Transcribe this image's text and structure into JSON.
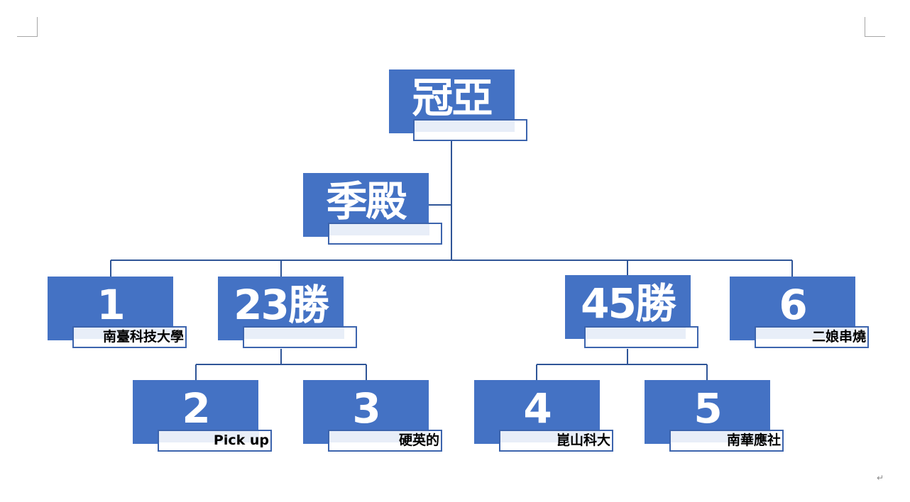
{
  "root": {
    "title": "冠亞",
    "caption": ""
  },
  "assistant": {
    "title": "季殿",
    "caption": ""
  },
  "level1": [
    {
      "title": "1",
      "caption": "南臺科技大學"
    },
    {
      "title": "23勝",
      "caption": ""
    },
    {
      "title": "45勝",
      "caption": ""
    },
    {
      "title": "6",
      "caption": "二娘串燒"
    }
  ],
  "level2": [
    {
      "title": "2",
      "caption": "Pick up"
    },
    {
      "title": "3",
      "caption": "硬英的"
    },
    {
      "title": "4",
      "caption": "崑山科大"
    },
    {
      "title": "5",
      "caption": "南華應社"
    }
  ],
  "colors": {
    "box_fill": "#4472c4",
    "connector": "#2f5597",
    "label_border": "#3c64ad"
  },
  "paragraph_mark": "↵"
}
